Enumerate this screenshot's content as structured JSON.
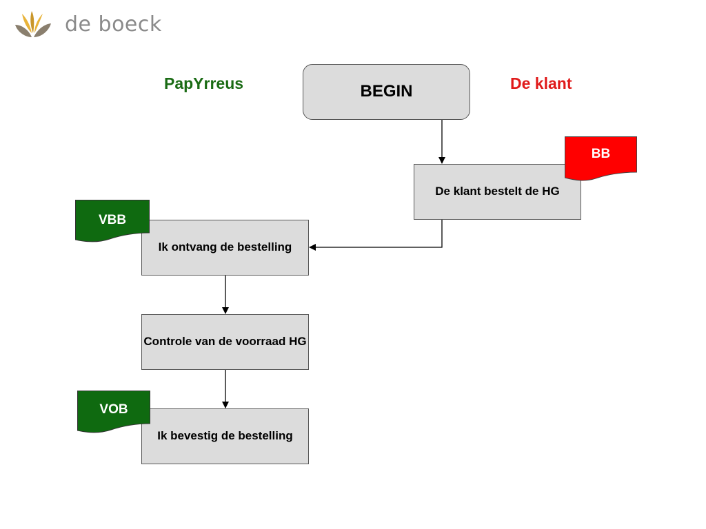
{
  "brand": {
    "name": "de boeck",
    "leaf_colors": [
      "#e8b33a",
      "#c9962a",
      "#8a7f6e"
    ]
  },
  "lanes": {
    "left": "PapYrreus",
    "right": "De klant",
    "left_color": "#1a6b14",
    "right_color": "#e01b1b"
  },
  "flow": {
    "begin": "BEGIN",
    "steps": [
      "De klant bestelt de HG",
      "Ik ontvang de bestelling",
      "Controle van de voorraad HG",
      "Ik bevestig de bestelling"
    ]
  },
  "documents": [
    {
      "label": "BB",
      "color": "#ff0000"
    },
    {
      "label": "VBB",
      "color": "#0f6a10"
    },
    {
      "label": "VOB",
      "color": "#0f6a10"
    }
  ]
}
